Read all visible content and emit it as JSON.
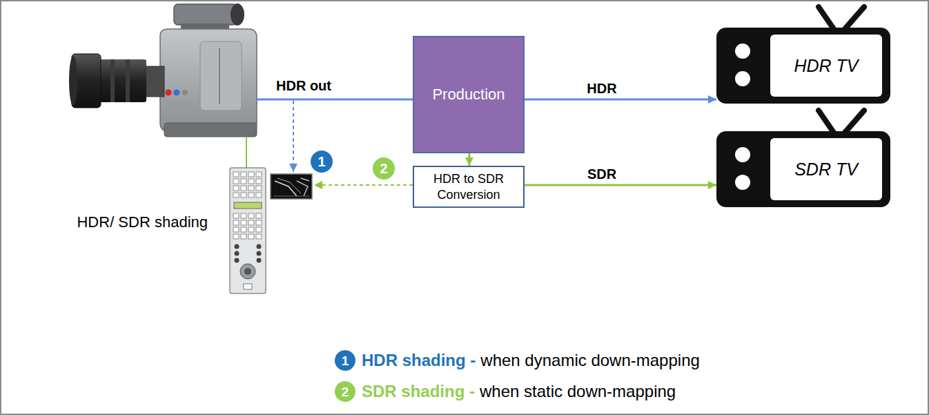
{
  "diagram": {
    "nodes": [
      {
        "text": [
          "Production"
        ]
      },
      {
        "text": [
          "HDR TV"
        ]
      },
      {
        "text": [
          "1"
        ]
      },
      {
        "text": [
          "2"
        ]
      },
      {
        "text": [
          "HDR to SDR Conversion"
        ]
      },
      {
        "text": [
          "SDR TV"
        ]
      },
      {
        "text": [
          "HDR/ SDR shading"
        ]
      },
      {
        "text": [
          "1"
        ]
      },
      {
        "text": [
          "2"
        ]
      }
    ],
    "edges": [
      {
        "from": 0,
        "to": 1,
        "label": "HDR",
        "arrow": "to"
      },
      {
        "from": 0,
        "to": 4,
        "arrow": "to"
      },
      {
        "from": 4,
        "to": 5,
        "label": "SDR",
        "arrow": "to"
      }
    ],
    "labels": [
      "HDR out",
      "HDR shading -",
      "when dynamic down-mapping",
      "SDR shading -",
      "when static down-mapping"
    ]
  }
}
